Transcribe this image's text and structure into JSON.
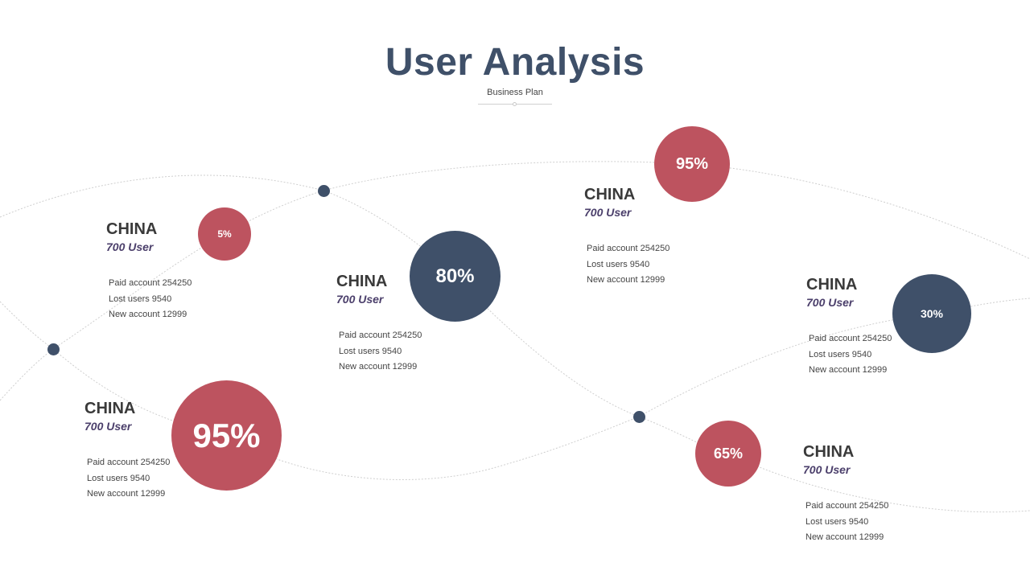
{
  "header": {
    "title": "User Analysis",
    "subtitle": "Business Plan"
  },
  "colors": {
    "accent_red": "#bd535f",
    "accent_navy": "#3f5069",
    "title": "#3f5069",
    "connector_line": "#cfcfcf"
  },
  "items": [
    {
      "percent": "5%",
      "color": "red",
      "title": "CHINA",
      "users": "700 User",
      "paid": "Paid account 254250",
      "lost": "Lost users 9540",
      "new": "New account 12999"
    },
    {
      "percent": "80%",
      "color": "navy",
      "title": "CHINA",
      "users": "700 User",
      "paid": "Paid  account 254250",
      "lost": "Lost users 9540",
      "new": "New account 12999"
    },
    {
      "percent": "95%",
      "color": "red",
      "title": "CHINA",
      "users": "700 User",
      "paid": "Paid account 254250",
      "lost": "Lost users 9540",
      "new": "New account 12999"
    },
    {
      "percent": "30%",
      "color": "navy",
      "title": "CHINA",
      "users": "700 User",
      "paid": "Paid account 254250",
      "lost": "Lost users 9540",
      "new": "New account 12999"
    },
    {
      "percent": "95%",
      "color": "red",
      "title": "CHINA",
      "users": "700 User",
      "paid": "Paid account 254250",
      "lost": "Lost users 9540",
      "new": "New account 12999"
    },
    {
      "percent": "65%",
      "color": "red",
      "title": "CHINA",
      "users": "700 User",
      "paid": "Paid account 254250",
      "lost": "Lost users 9540",
      "new": "New account 12999"
    }
  ]
}
